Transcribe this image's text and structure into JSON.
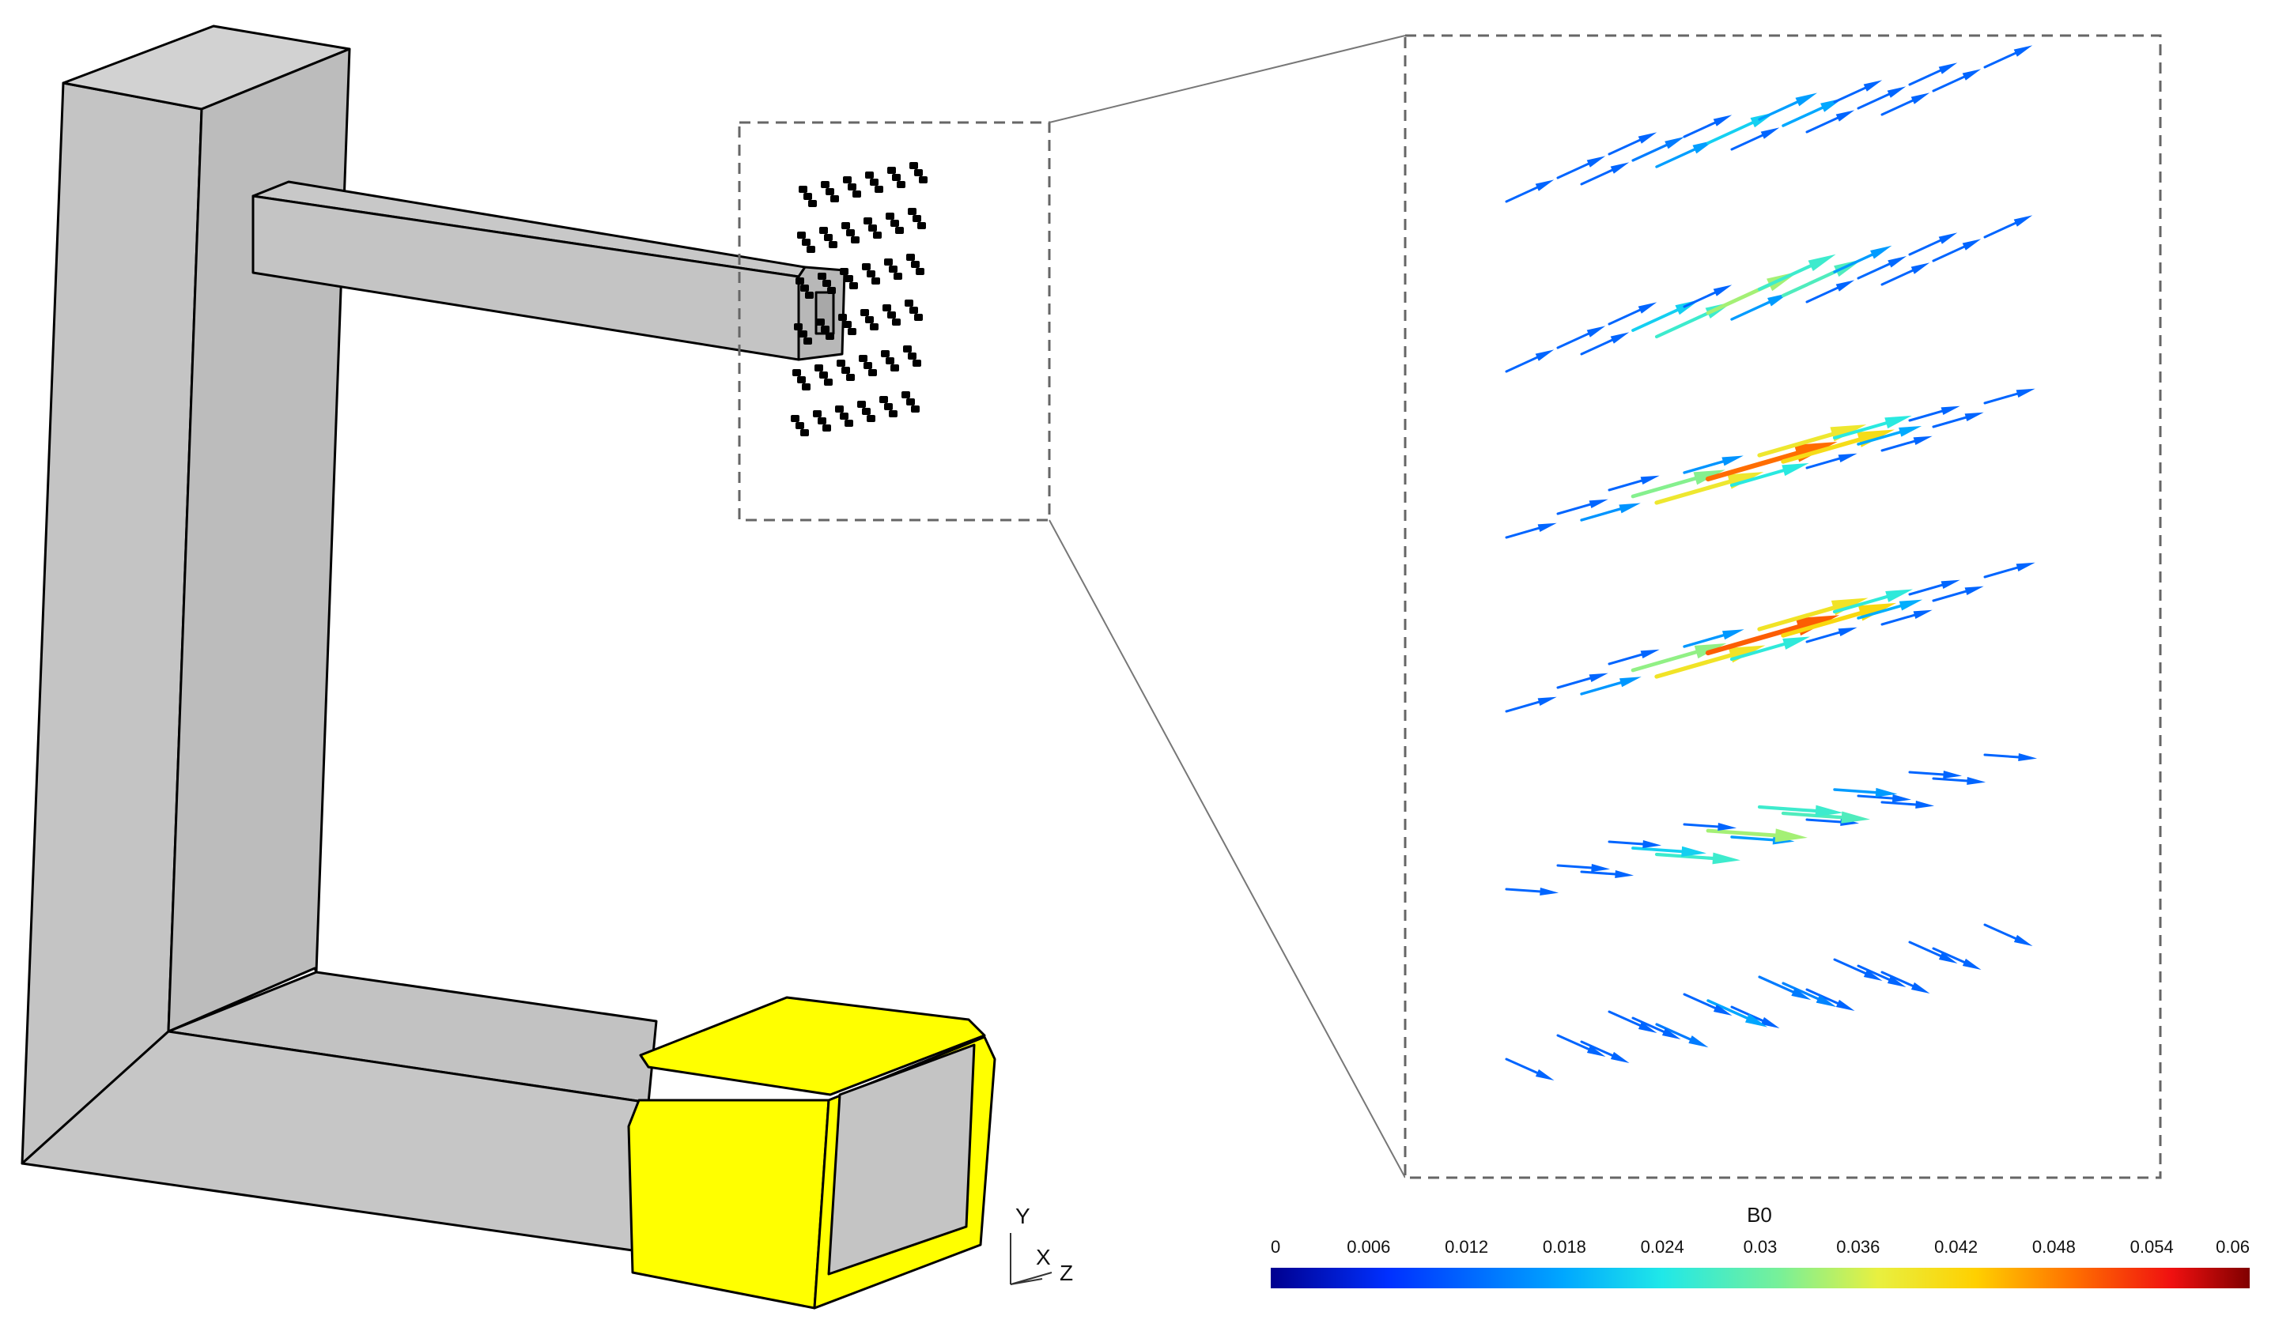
{
  "axes_triad": {
    "y_label": "Y",
    "x_label": "X",
    "z_label": "Z"
  },
  "colorbar": {
    "title": "B0",
    "min": 0,
    "max": 0.06,
    "tick_labels": [
      "0",
      "0.006",
      "0.012",
      "0.018",
      "0.024",
      "0.03",
      "0.036",
      "0.042",
      "0.048",
      "0.054",
      "0.06"
    ],
    "colors": [
      "#00008f",
      "#0030ff",
      "#00a8ff",
      "#20e8e8",
      "#78f098",
      "#e8f040",
      "#ffd000",
      "#ff7000",
      "#f01010",
      "#800000"
    ]
  },
  "coil_color": "#ffff00",
  "duct_color": "#c4c4c4",
  "vector_layers": [
    {
      "id": 1,
      "peak_value": 0.022
    },
    {
      "id": 2,
      "peak_value": 0.034
    },
    {
      "id": 3,
      "peak_value": 0.05
    },
    {
      "id": 4,
      "peak_value": 0.051
    },
    {
      "id": 5,
      "peak_value": 0.034
    },
    {
      "id": 6,
      "peak_value": 0.018
    }
  ]
}
